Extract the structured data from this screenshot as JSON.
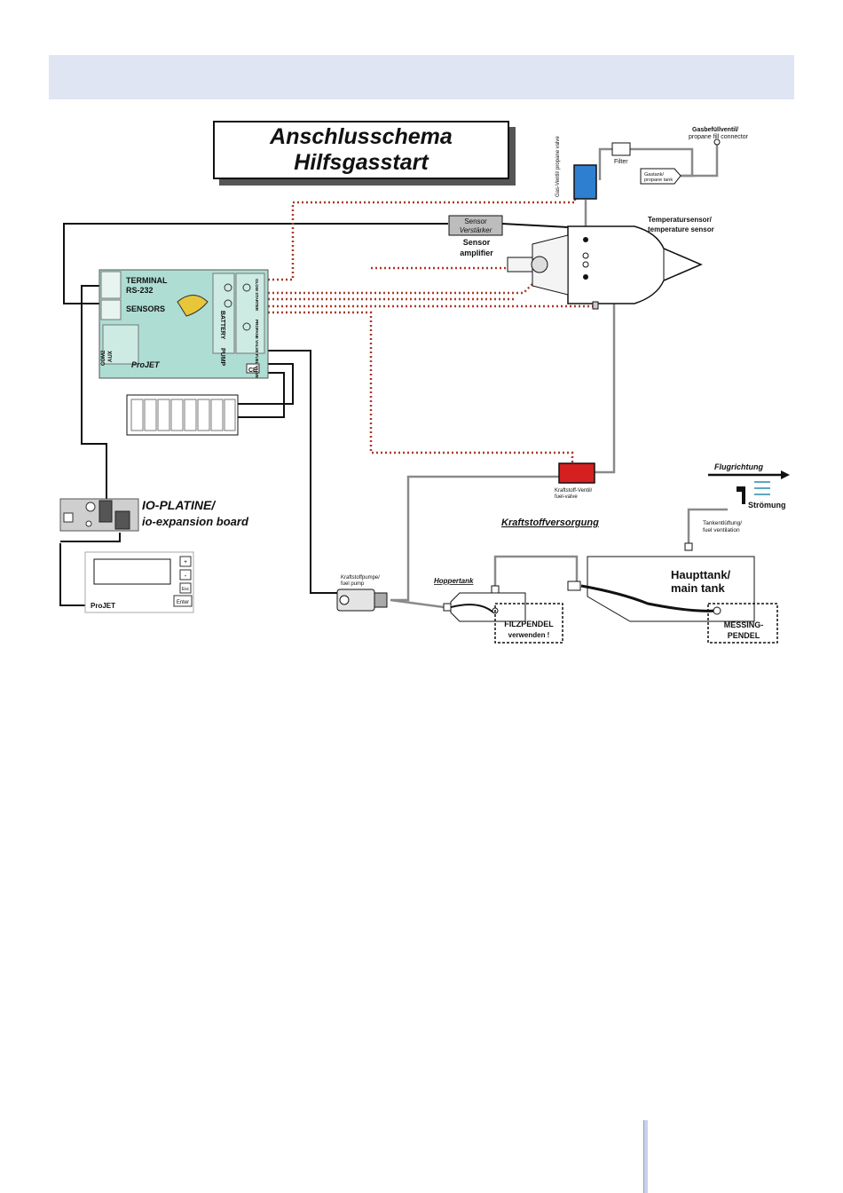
{
  "title": {
    "line1": "Anschlusschema",
    "line2": "Hilfsgasstart"
  },
  "labels": {
    "gas_valve": "Gas-Ventil/ propane valve",
    "gas_fill": "Gasbefüllventil/",
    "gas_fill_en": "propane fill connector",
    "filter": "Filter",
    "gas_tank": "Gastank/",
    "gas_tank_en": "propane tank",
    "sensor_box1": "Sensor",
    "sensor_box2": "Verstärker",
    "sensor_amp1": "Sensor",
    "sensor_amp2": "amplifier",
    "temp_sensor1": "Temperatursensor/",
    "temp_sensor2": "temperature sensor",
    "terminal": "TERMINAL",
    "rs232": "RS-232",
    "sensors": "SENSORS",
    "battery": "BATTERY",
    "pump": "PUMP",
    "glow_starter": "GLOW STARTER",
    "propane_valve_ecu": "PROPANE VALVE FUEL VALVE",
    "aux": "AUX",
    "com2": "COM2",
    "projet_brand": "ProJET",
    "ce": "CE",
    "io_platine": "IO-PLATINE/",
    "io_board": "io-expansion board",
    "gsu_brand": "ProJET",
    "enter": "Enter",
    "plus": "+",
    "minus": "-",
    "esc": "Esc",
    "fuel_valve1": "Kraftstoff-Ventil/",
    "fuel_valve2": "fuel-valve",
    "flight_dir": "Flugrichtung",
    "flow": "Strömung",
    "fuel_supply": "Kraftstoffversorgung",
    "tank_vent1": "Tankentlüftung/",
    "tank_vent2": "fuel ventilation",
    "fuel_pump1": "Kraftstoffpumpe/",
    "fuel_pump2": "fuel pump",
    "hopper": "Hoppertank",
    "main_tank1": "Haupttank/",
    "main_tank2": "main tank",
    "felt_pendel1": "FILZPENDEL",
    "felt_pendel2": "verwenden !",
    "brass_pendel1": "MESSING-",
    "brass_pendel2": "PENDEL"
  },
  "colors": {
    "gas_valve": "#2f7fd0",
    "fuel_valve": "#d42020",
    "ecu_board": "#aeddd3",
    "dotted_line": "#a83a2a",
    "header_band": "#dfe5f3",
    "felt_text": "#b01a1a",
    "brass_text": "#2a8aa8"
  }
}
